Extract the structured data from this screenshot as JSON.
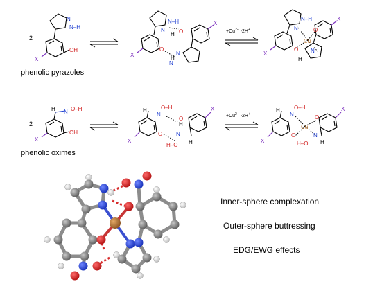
{
  "pyrazole_row": {
    "stoich": "2",
    "caption": "phenolic pyrazoles",
    "reagent": {
      "prefix": "+Cu",
      "charge": "2+",
      "loss": " -2H",
      "loss_charge": "+"
    }
  },
  "oxime_row": {
    "stoich": "2",
    "caption": "phenolic oximes",
    "reagent": {
      "prefix": "+Cu",
      "charge": "2+",
      "loss": " -2H",
      "loss_charge": "+"
    }
  },
  "atoms": {
    "x": "X",
    "oh": "OH",
    "o": "O",
    "n": "N",
    "h": "H",
    "nh": "N–H",
    "cu": "Cu",
    "o_h": "O–H",
    "h_o": "H–O"
  },
  "bullets": [
    "Inner-sphere complexation",
    "Outer-sphere buttressing",
    "EDG/EWG effects"
  ],
  "colors": {
    "substituent": "#7b2fbe",
    "nitrogen": "#1f3fd1",
    "oxygen": "#d11f1f",
    "carbon": "#7a7a7a",
    "copper": "#b8742f",
    "hydrogen": "#f2f2f2",
    "bond_light": "#5a5a5a"
  }
}
